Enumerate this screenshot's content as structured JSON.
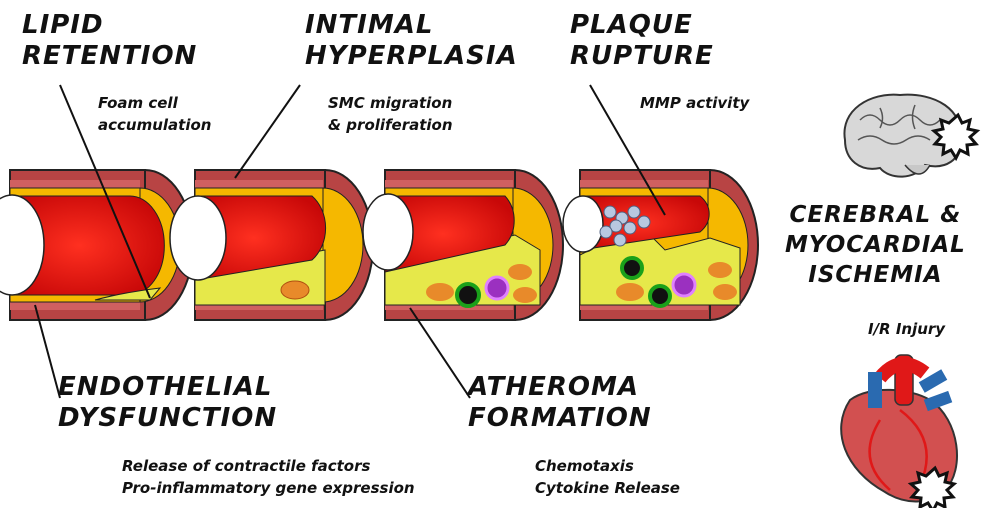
{
  "stages": {
    "lipid_retention": {
      "title": "LIPID\nRETENTION",
      "detail": "Foam cell\naccumulation"
    },
    "intimal_hyperplasia": {
      "title": "INTIMAL\nHYPERPLASIA",
      "detail": "SMC migration\n& proliferation"
    },
    "plaque_rupture": {
      "title": "PLAQUE\nRUPTURE",
      "detail": "MMP activity"
    },
    "endothelial_dysfunction": {
      "title": "ENDOTHELIAL\nDYSFUNCTION",
      "detail": "Release of contractile factors\nPro-inflammatory gene expression"
    },
    "atheroma_formation": {
      "title": "ATHEROMA\nFORMATION",
      "detail": "Chemotaxis\nCytokine Release"
    }
  },
  "outcome": {
    "title": "CEREBRAL &\nMYOCARDIAL\nISCHEMIA",
    "detail": "I/R Injury"
  },
  "colors": {
    "vessel_wall": "#c04a4a",
    "intima": "#f5b800",
    "lumen": "#e01010",
    "plaque": "#e6e84a",
    "foam_cell": "#e88a2a",
    "macrophage": "#9b30c0"
  },
  "icons": [
    "brain-icon",
    "heart-icon",
    "ischemia-burst-icon",
    "foam-cell-icon",
    "macrophage-icon",
    "platelet-cluster-icon"
  ]
}
